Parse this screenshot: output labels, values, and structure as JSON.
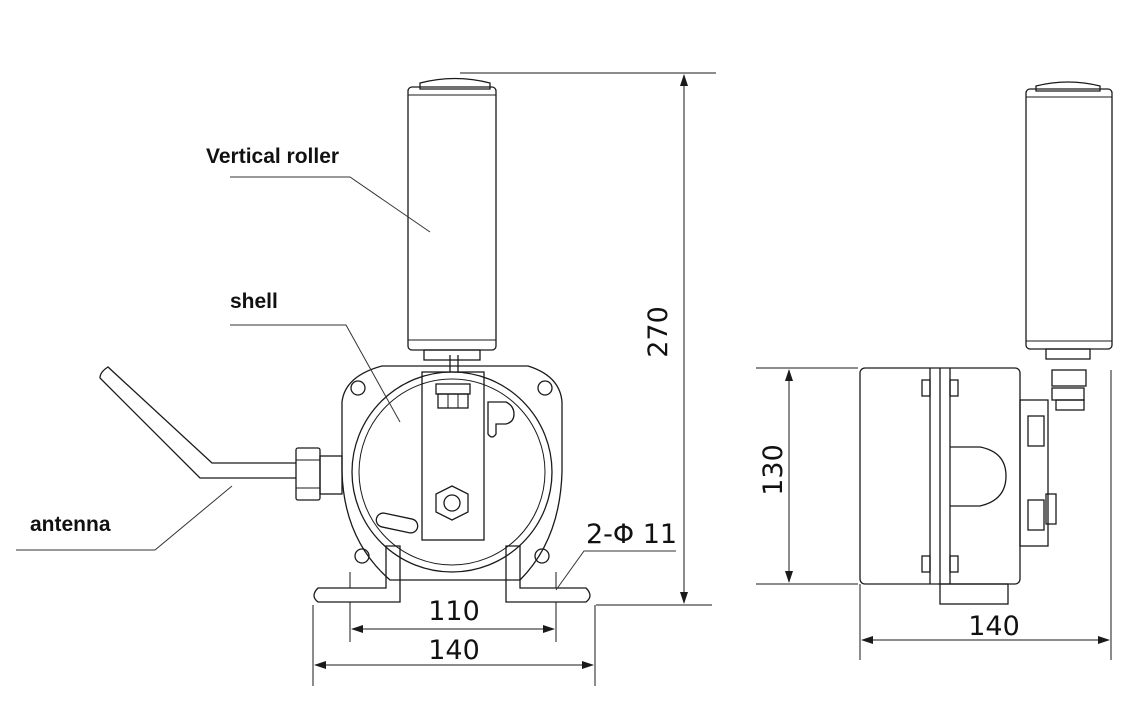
{
  "labels": {
    "vertical_roller": "Vertical roller",
    "shell": "shell",
    "antenna": "antenna",
    "holes": "2-Φ 11"
  },
  "dimensions": {
    "height_total": "270",
    "bolt_spacing": "110",
    "base_width_front": "140",
    "body_height_side": "130",
    "base_width_side": "140"
  }
}
